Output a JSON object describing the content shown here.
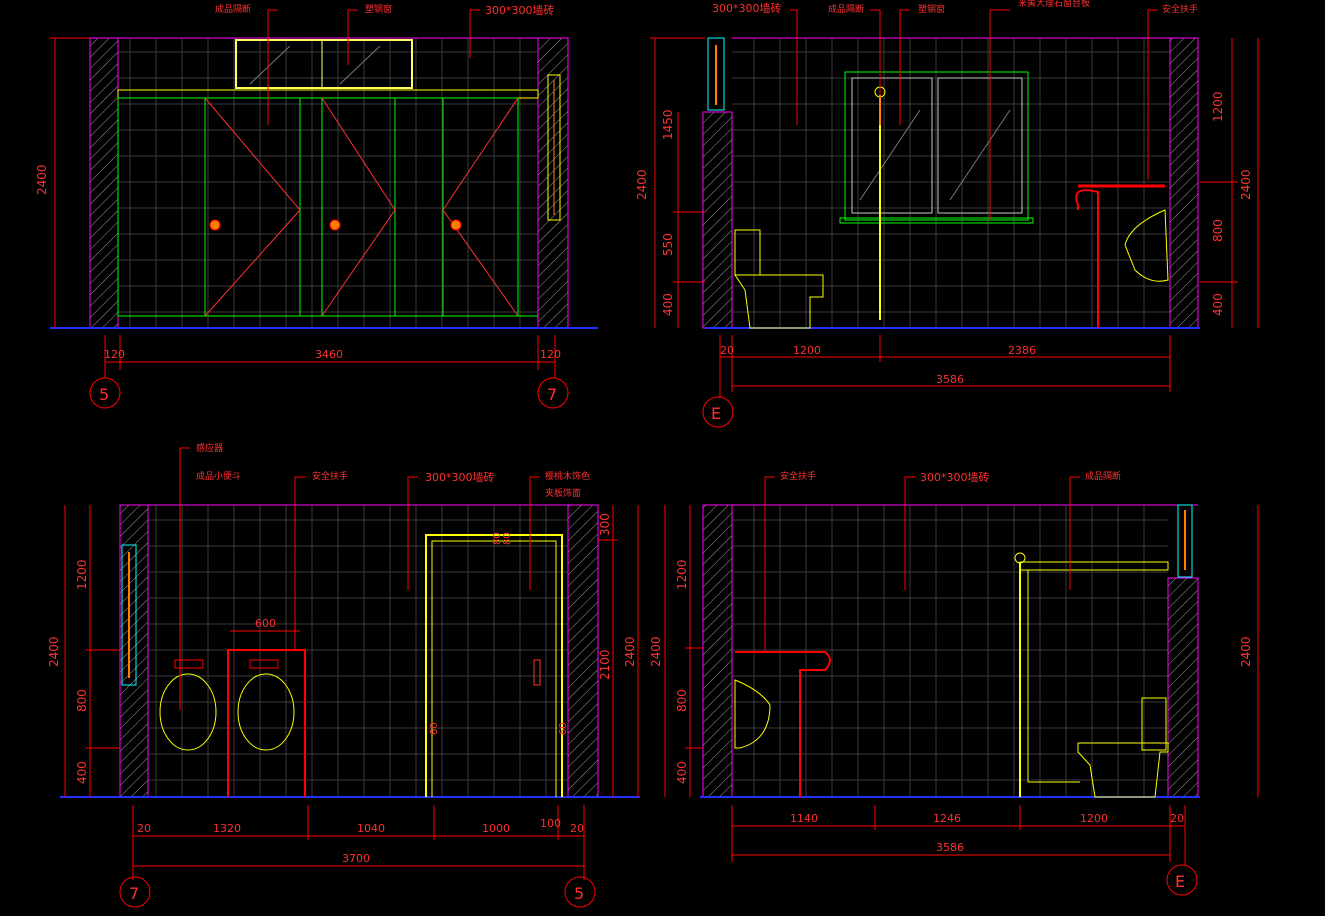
{
  "colors": {
    "background": "#000000",
    "wall": "#ff00ff",
    "tile": "#c8c8c8",
    "dimension": "#ff0000",
    "fixture": "#ffff00",
    "partition": "#00ff00",
    "floor": "#0000ff",
    "cyan": "#00ffff",
    "window": "#ffff80"
  },
  "panels": {
    "top_left": {
      "labels": [
        "成品隔断",
        "塑钢窗",
        "300*300墙砖"
      ],
      "dims_vertical": [
        "2400"
      ],
      "dims_bottom": [
        "120",
        "3460",
        "120"
      ],
      "axes": [
        "5",
        "7"
      ]
    },
    "top_right": {
      "labels": [
        "300*300墙砖",
        "成品隔断",
        "塑钢窗",
        "米黄大理石窗台板",
        "安全扶手"
      ],
      "dims_left": [
        "1450",
        "550",
        "400"
      ],
      "dims_left_total": "2400",
      "dims_right": [
        "1200",
        "800",
        "400"
      ],
      "dims_right_total": "2400",
      "dims_bottom": [
        "20",
        "1200",
        "2386"
      ],
      "dims_total": "3586",
      "axis": "E"
    },
    "bottom_left": {
      "labels": [
        "感应器",
        "成品小便斗",
        "安全扶手",
        "300*300墙砖",
        "樱桃木饰色",
        "夹板饰面"
      ],
      "dims_left": [
        "1200",
        "800",
        "400"
      ],
      "dims_left_total": "2400",
      "dims_right": [
        "300",
        "2100"
      ],
      "dims_right_total": "2400",
      "dim_urinal": "600",
      "dims_door": [
        "80",
        "60",
        "60",
        "80"
      ],
      "dims_bottom": [
        "20",
        "1320",
        "1040",
        "1000",
        "100",
        "20"
      ],
      "dims_total": "3700",
      "axes": [
        "7",
        "5"
      ]
    },
    "bottom_right": {
      "labels": [
        "安全扶手",
        "300*300墙砖",
        "成品隔断"
      ],
      "dims_left": [
        "1200",
        "800",
        "400"
      ],
      "dims_left_total": "2400",
      "dims_right_total": "2400",
      "dims_bottom": [
        "1140",
        "1246",
        "1200",
        "20"
      ],
      "dims_total": "3586",
      "axis": "E"
    }
  }
}
